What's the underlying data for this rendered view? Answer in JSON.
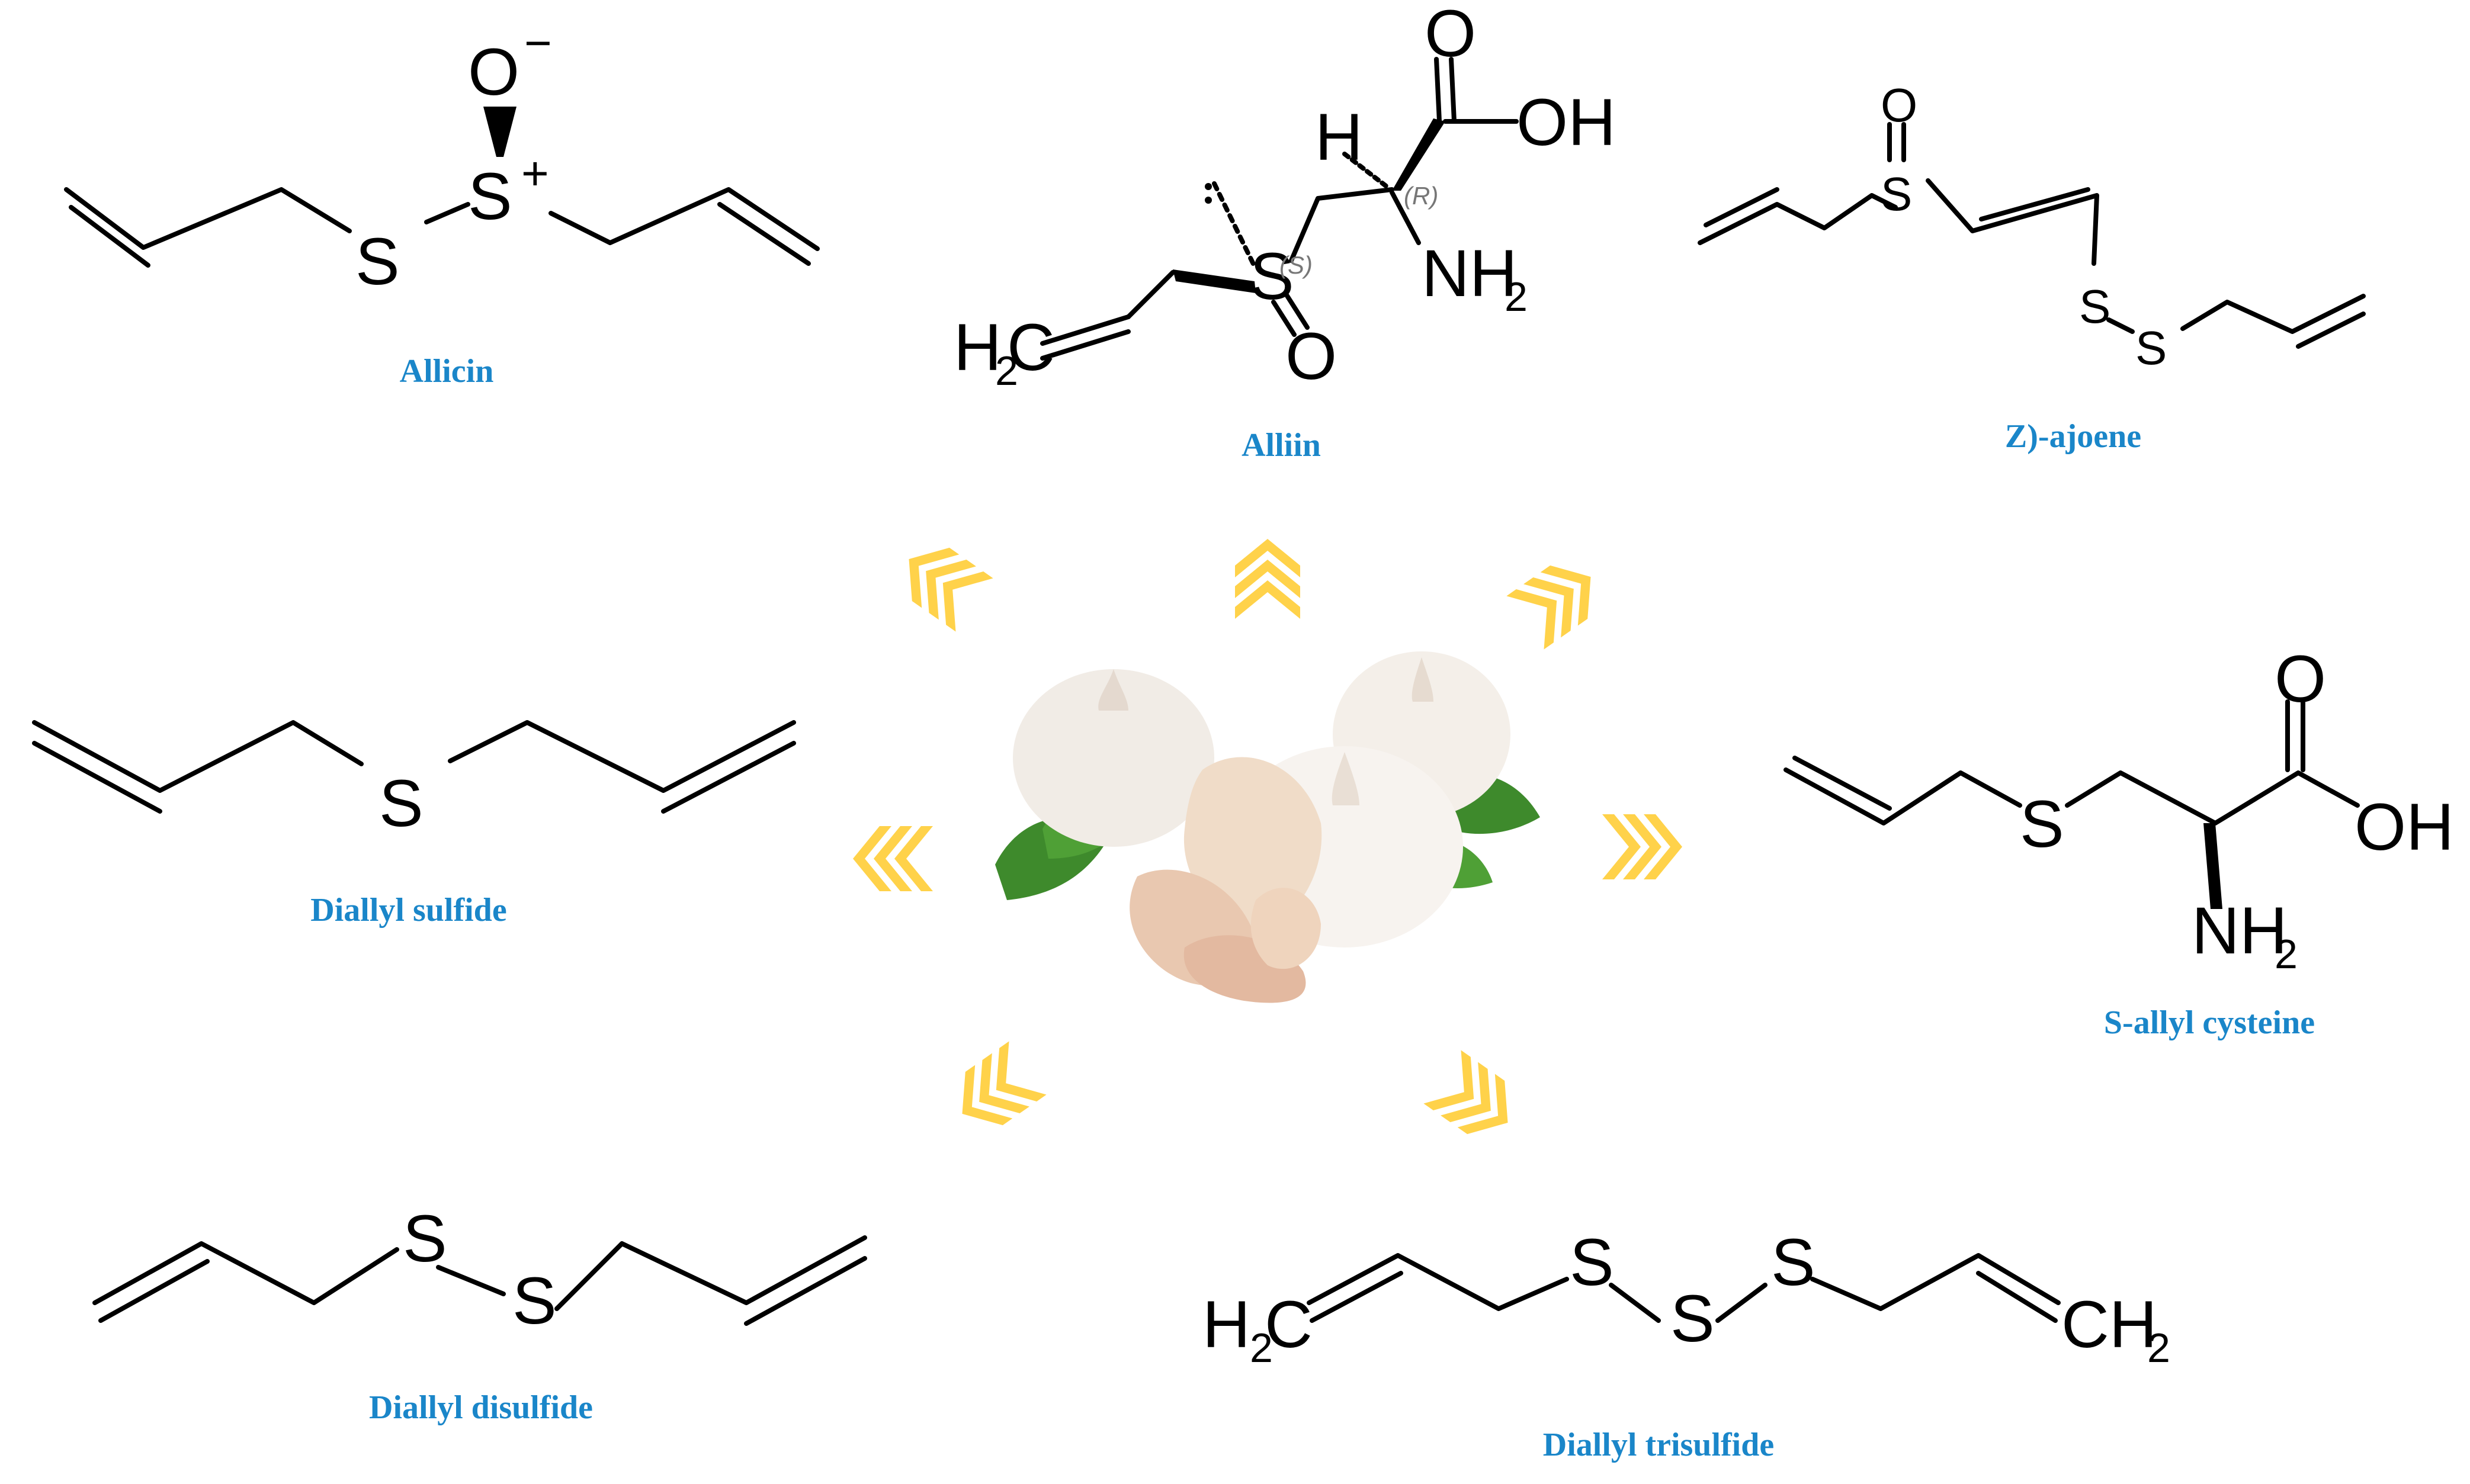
{
  "compounds": {
    "allicin": {
      "name": "Allicin",
      "atoms": {
        "s_left": "S",
        "s_right": "S",
        "charge_plus": "+",
        "oxygen": "O",
        "charge_minus": "−"
      }
    },
    "alliin": {
      "name": "Alliin",
      "atoms": {
        "h": "H",
        "oh": "OH",
        "o_acid": "O",
        "nh2": "NH",
        "nh2_sub": "2",
        "s": "S",
        "o_s": "O",
        "h2c": "H",
        "h2c_sub": "2",
        "h2c_c": "C"
      },
      "stereo": {
        "r": "(R)",
        "s": "(S)"
      }
    },
    "ajoene": {
      "name": "Z)-ajoene",
      "atoms": {
        "o": "O",
        "s_top": "S",
        "s_a": "S",
        "s_b": "S"
      }
    },
    "diallyl_sulfide": {
      "name": "Diallyl sulfide",
      "atoms": {
        "s": "S"
      }
    },
    "s_allyl_cysteine": {
      "name": "S-allyl cysteine",
      "atoms": {
        "s": "S",
        "o": "O",
        "oh": "OH",
        "nh2": "NH",
        "nh2_sub": "2"
      }
    },
    "diallyl_disulfide": {
      "name": "Diallyl disulfide",
      "atoms": {
        "s1": "S",
        "s2": "S"
      }
    },
    "diallyl_trisulfide": {
      "name": "Diallyl trisulfide",
      "atoms": {
        "h2c": "H",
        "h2c_sub": "2",
        "h2c_c": "C",
        "s1": "S",
        "s2": "S",
        "s3": "S",
        "ch2": "CH",
        "ch2_sub": "2"
      }
    }
  },
  "colors": {
    "label": "#1a86c9",
    "arrows": "#ffd24a",
    "bonds": "#000000"
  },
  "icons": {
    "center": "garlic-illustration",
    "arrows": "chevron-arrow-icon"
  }
}
